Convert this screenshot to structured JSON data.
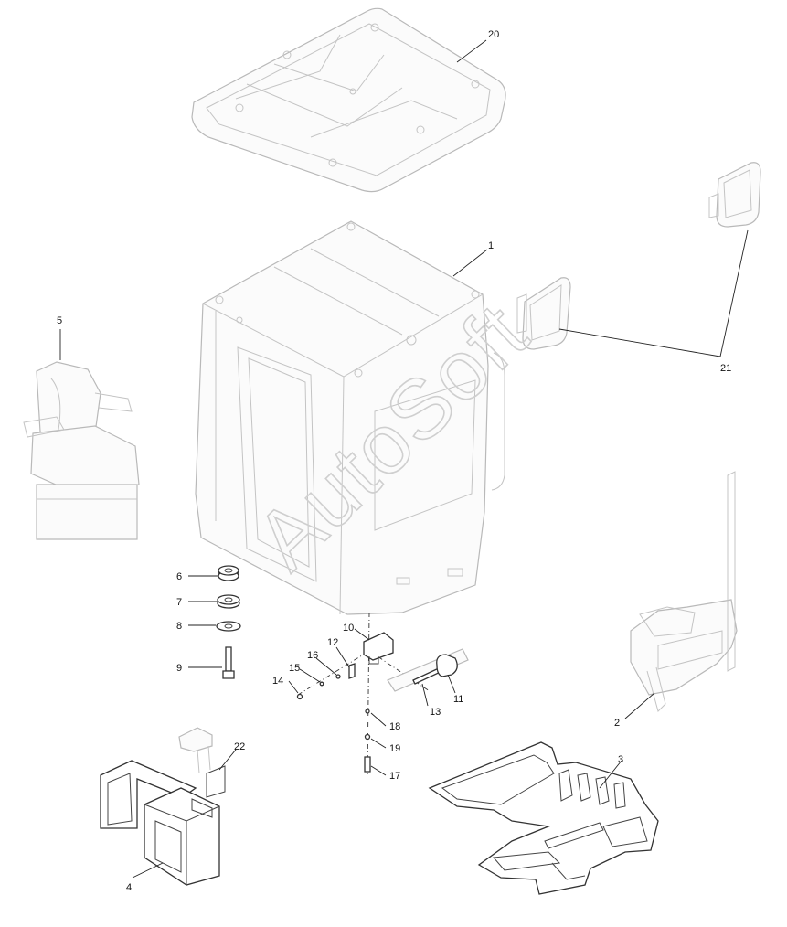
{
  "callouts": [
    {
      "id": "20",
      "text": "20"
    },
    {
      "id": "1",
      "text": "1"
    },
    {
      "id": "21",
      "text": "21"
    },
    {
      "id": "5",
      "text": "5"
    },
    {
      "id": "6",
      "text": "6"
    },
    {
      "id": "7",
      "text": "7"
    },
    {
      "id": "8",
      "text": "8"
    },
    {
      "id": "9",
      "text": "9"
    },
    {
      "id": "10",
      "text": "10"
    },
    {
      "id": "11",
      "text": "11"
    },
    {
      "id": "12",
      "text": "12"
    },
    {
      "id": "13",
      "text": "13"
    },
    {
      "id": "14",
      "text": "14"
    },
    {
      "id": "15",
      "text": "15"
    },
    {
      "id": "16",
      "text": "16"
    },
    {
      "id": "17",
      "text": "17"
    },
    {
      "id": "18",
      "text": "18"
    },
    {
      "id": "19",
      "text": "19"
    },
    {
      "id": "2",
      "text": "2"
    },
    {
      "id": "3",
      "text": "3"
    },
    {
      "id": "4",
      "text": "4"
    },
    {
      "id": "22",
      "text": "22"
    }
  ],
  "watermark": "AutoSoft",
  "colors": {
    "faded_line": "#b9b9b9",
    "dark_line": "#333333",
    "watermark": "#cfcfcf"
  }
}
